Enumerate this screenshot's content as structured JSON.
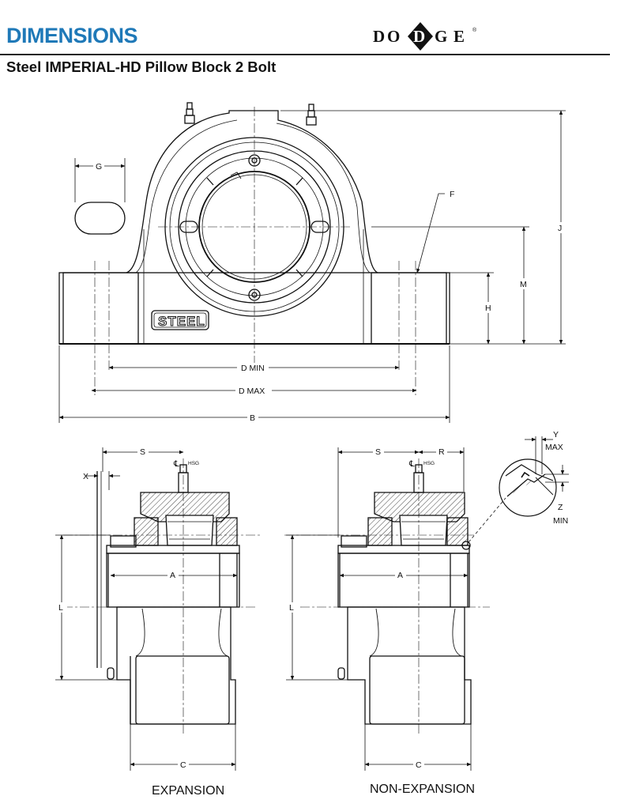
{
  "header": {
    "title": "DIMENSIONS",
    "subtitle": "Steel IMPERIAL-HD Pillow Block 2 Bolt",
    "brand": "DODGE",
    "brand_mark": "®",
    "title_color": "#1f79b8"
  },
  "front_view": {
    "housing_label": "STEEL",
    "dims": {
      "g": "G",
      "f": "F",
      "j": "J",
      "m": "M",
      "h": "H",
      "d_min": "D MIN",
      "d_max": "D MAX",
      "b": "B"
    }
  },
  "expansion_view": {
    "caption": "EXPANSION",
    "dims": {
      "s": "S",
      "x": "X",
      "cl": "℄",
      "hsg": "HSG",
      "a": "A",
      "l": "L",
      "c": "C"
    }
  },
  "non_expansion_view": {
    "caption": "NON-EXPANSION",
    "dims": {
      "s": "S",
      "r": "R",
      "cl": "℄",
      "hsg": "HSG",
      "a": "A",
      "l": "L",
      "c": "C"
    }
  },
  "detail_view": {
    "dims": {
      "y": "Y",
      "y_note": "MAX",
      "z": "Z",
      "z_note": "MIN"
    }
  }
}
